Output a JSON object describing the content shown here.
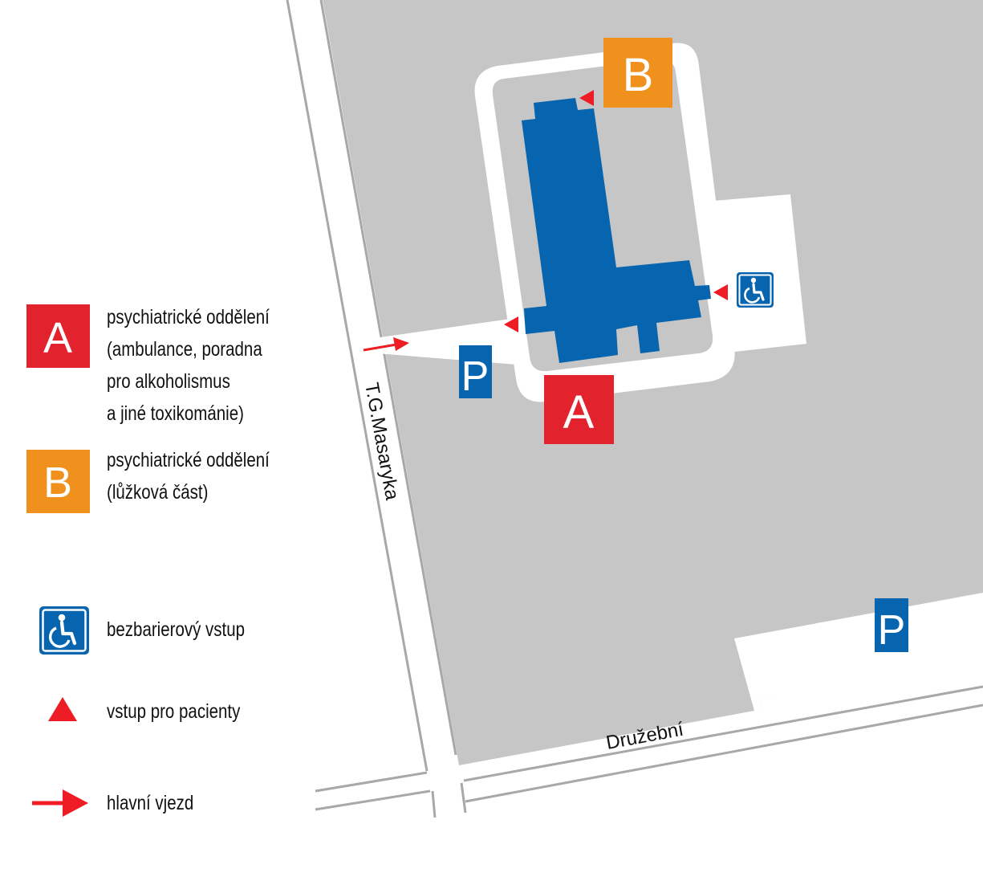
{
  "colors": {
    "area": "#c6c6c6",
    "road_line": "#a8a8a8",
    "building": "#0765b0",
    "marker_a": "#e2222c",
    "marker_b": "#f0911e",
    "parking": "#0765b0",
    "entrance": "#ee1c24"
  },
  "icons": {
    "wheelchair": "wheelchair-icon",
    "parking": "parking-icon",
    "entrance": "triangle-icon",
    "main_entry": "arrow-icon"
  },
  "map": {
    "street_masaryka": "T.G.Masaryka",
    "street_druzebni": "Družební",
    "marker_a": "A",
    "marker_b": "B",
    "parking_1": "P",
    "parking_2": "P"
  },
  "legend": {
    "a_letter": "A",
    "a_lines": [
      "psychiatrické oddělení",
      "(ambulance, poradna",
      "pro alkoholismus",
      "a jiné toxikománie)"
    ],
    "b_letter": "B",
    "b_lines": [
      "psychiatrické oddělení",
      "(lůžková část)"
    ],
    "wheelchair_label": "bezbarierový vstup",
    "entrance_label": "vstup pro pacienty",
    "main_entry_label": "hlavní vjezd"
  }
}
